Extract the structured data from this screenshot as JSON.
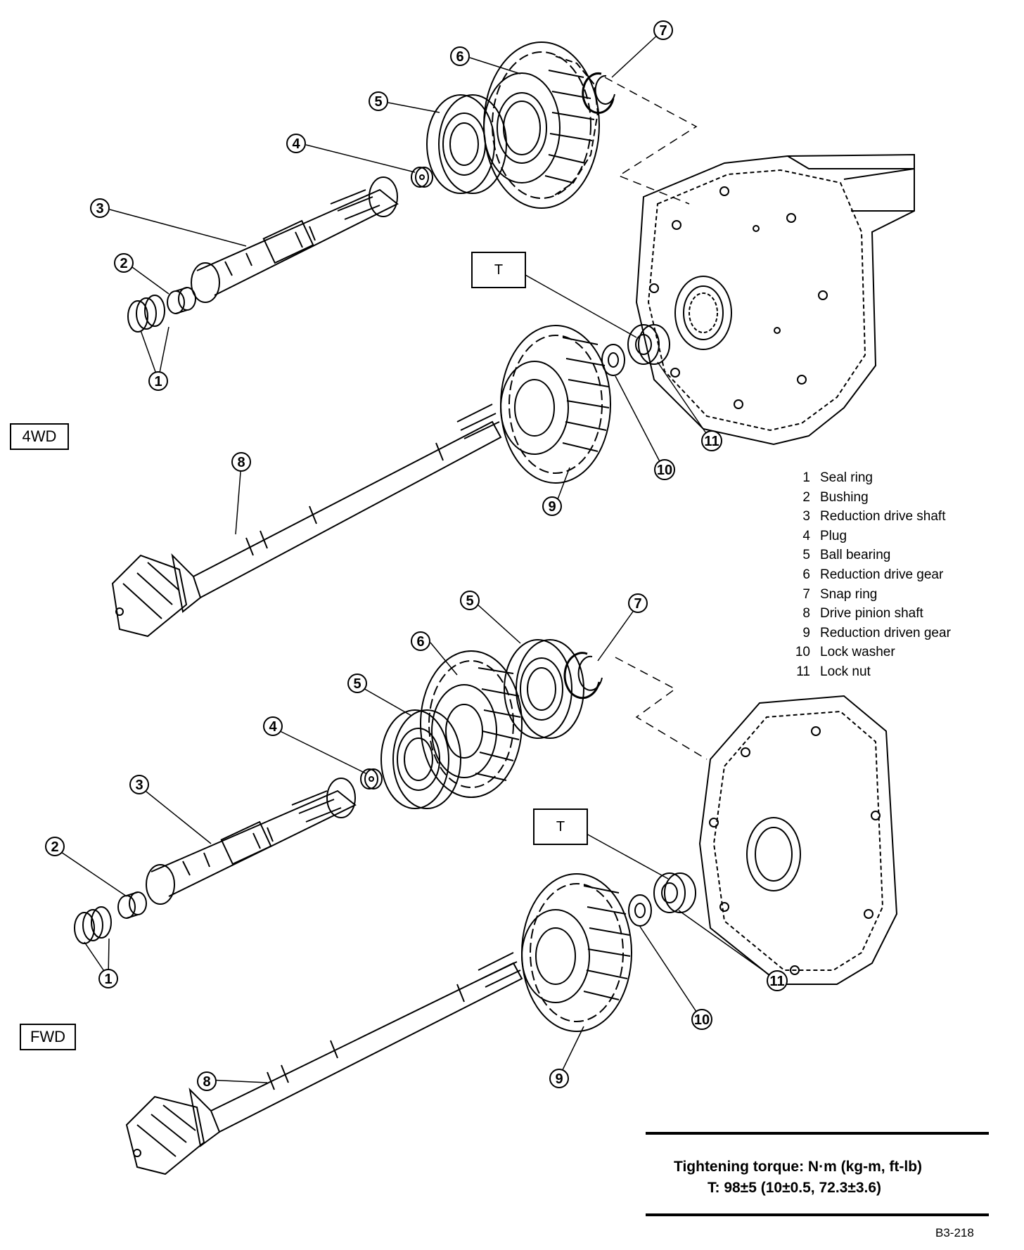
{
  "variants": {
    "top": "4WD",
    "bottom": "FWD"
  },
  "torque_marker": "T",
  "callout_numbers": [
    "1",
    "2",
    "3",
    "4",
    "5",
    "6",
    "7",
    "8",
    "9",
    "10",
    "11"
  ],
  "legend": [
    {
      "num": "1",
      "label": "Seal ring"
    },
    {
      "num": "2",
      "label": "Bushing"
    },
    {
      "num": "3",
      "label": "Reduction drive shaft"
    },
    {
      "num": "4",
      "label": "Plug"
    },
    {
      "num": "5",
      "label": "Ball bearing"
    },
    {
      "num": "6",
      "label": "Reduction drive gear"
    },
    {
      "num": "7",
      "label": "Snap ring"
    },
    {
      "num": "8",
      "label": "Drive pinion shaft"
    },
    {
      "num": "9",
      "label": "Reduction driven gear"
    },
    {
      "num": "10",
      "label": "Lock washer"
    },
    {
      "num": "11",
      "label": "Lock nut"
    }
  ],
  "torque_spec": {
    "title": "Tightening torque:  N·m (kg-m, ft-lb)",
    "line": "T:    98±5 (10±0.5, 72.3±3.6)"
  },
  "figure_id": "B3-218"
}
